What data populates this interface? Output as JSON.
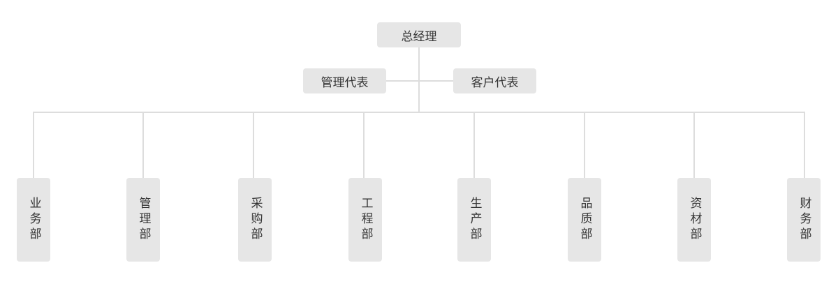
{
  "org": {
    "top": "总经理",
    "reps": [
      "管理代表",
      "客户代表"
    ],
    "departments": [
      "业务部",
      "管理部",
      "采购部",
      "工程部",
      "生产部",
      "品质部",
      "资材部",
      "财务部"
    ]
  },
  "colors": {
    "box": "#e6e6e6",
    "line": "#dddddd",
    "text": "#333333"
  }
}
